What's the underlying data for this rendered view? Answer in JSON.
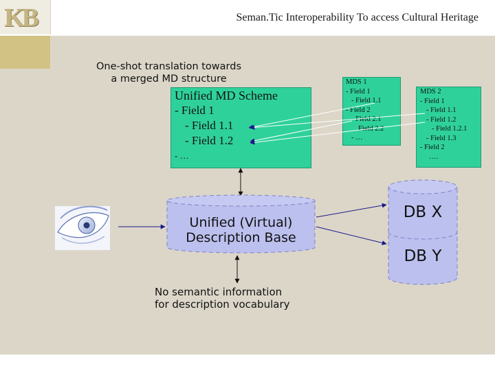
{
  "header": {
    "logo_text": "KB",
    "title": "Seman.Tic Interoperability To access Cultural Heritage"
  },
  "diagram": {
    "top_note": [
      "One-shot translation towards",
      "a merged MD structure"
    ],
    "unified_scheme": [
      "Unified MD Scheme",
      "- Field 1",
      "- Field 1.1",
      "- Field 1.2",
      "- …"
    ],
    "mds1": [
      "MDS 1",
      "- Field 1",
      "- Field 1.1",
      "- Field 2",
      "- Field 2.1",
      "Field 2.2",
      "- …"
    ],
    "mds2": [
      "MDS 2",
      "- Field 1",
      "- Field 1.1",
      "- Field 1.2",
      "- Field 1.2.1",
      "- Field 1.3",
      "- Field 2",
      "…."
    ],
    "virtual_base": [
      "Unified (Virtual)",
      "Description Base"
    ],
    "db_x": "DB X",
    "db_y": "DB Y",
    "bottom_note": [
      "No semantic information",
      "for description vocabulary"
    ],
    "colors": {
      "box_green": "#2fd19a",
      "cylinder_fill": "#bcc0ee",
      "background": "#dcd6c9",
      "accent": "#d2c384"
    },
    "icons": [
      "eye-icon"
    ]
  }
}
